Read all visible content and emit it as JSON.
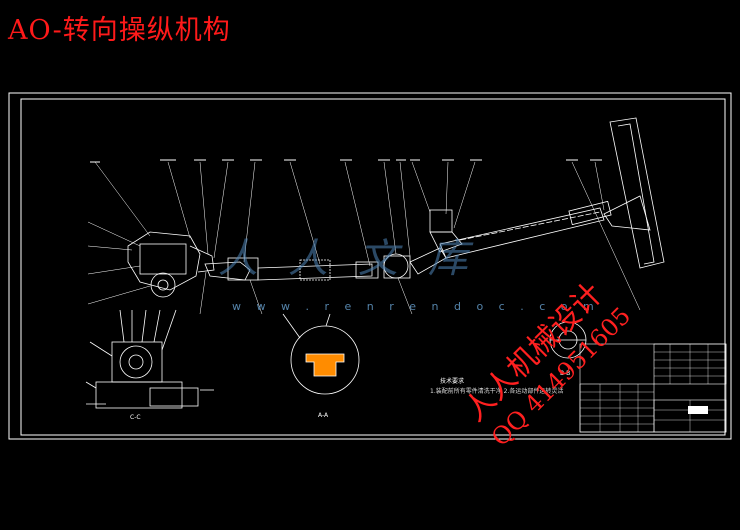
{
  "title": "AO-转向操纵机构",
  "watermarks": {
    "logo_text": "人人文库",
    "url": "w w w . r e n r e n d o c . c o m",
    "red_name": "人人机械设计",
    "red_qq": "QQ 414951605"
  },
  "notes": {
    "heading": "技术要求",
    "body": "1.装配前所有零件清洗干净 2.各运动部件运转灵活"
  },
  "sections": {
    "aa": "A-A",
    "bb": "B-B",
    "cc": "C-C"
  },
  "colors": {
    "background": "#000000",
    "title": "#ff1a1a",
    "lines": "#ffffff",
    "watermark_blue": "#4f86b8",
    "watermark_red": "#ff2020"
  }
}
